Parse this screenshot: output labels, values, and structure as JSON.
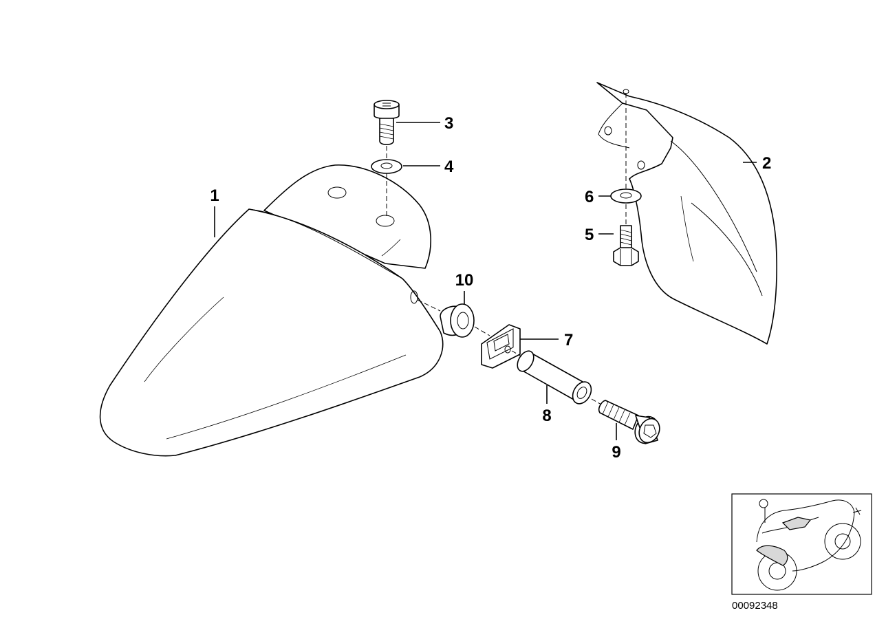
{
  "callouts": {
    "c1": "1",
    "c2": "2",
    "c3": "3",
    "c4": "4",
    "c5": "5",
    "c6": "6",
    "c7": "7",
    "c8": "8",
    "c9": "9",
    "c10": "10"
  },
  "diagram_id": "00092348",
  "colors": {
    "line": "#000000",
    "background": "#ffffff"
  }
}
